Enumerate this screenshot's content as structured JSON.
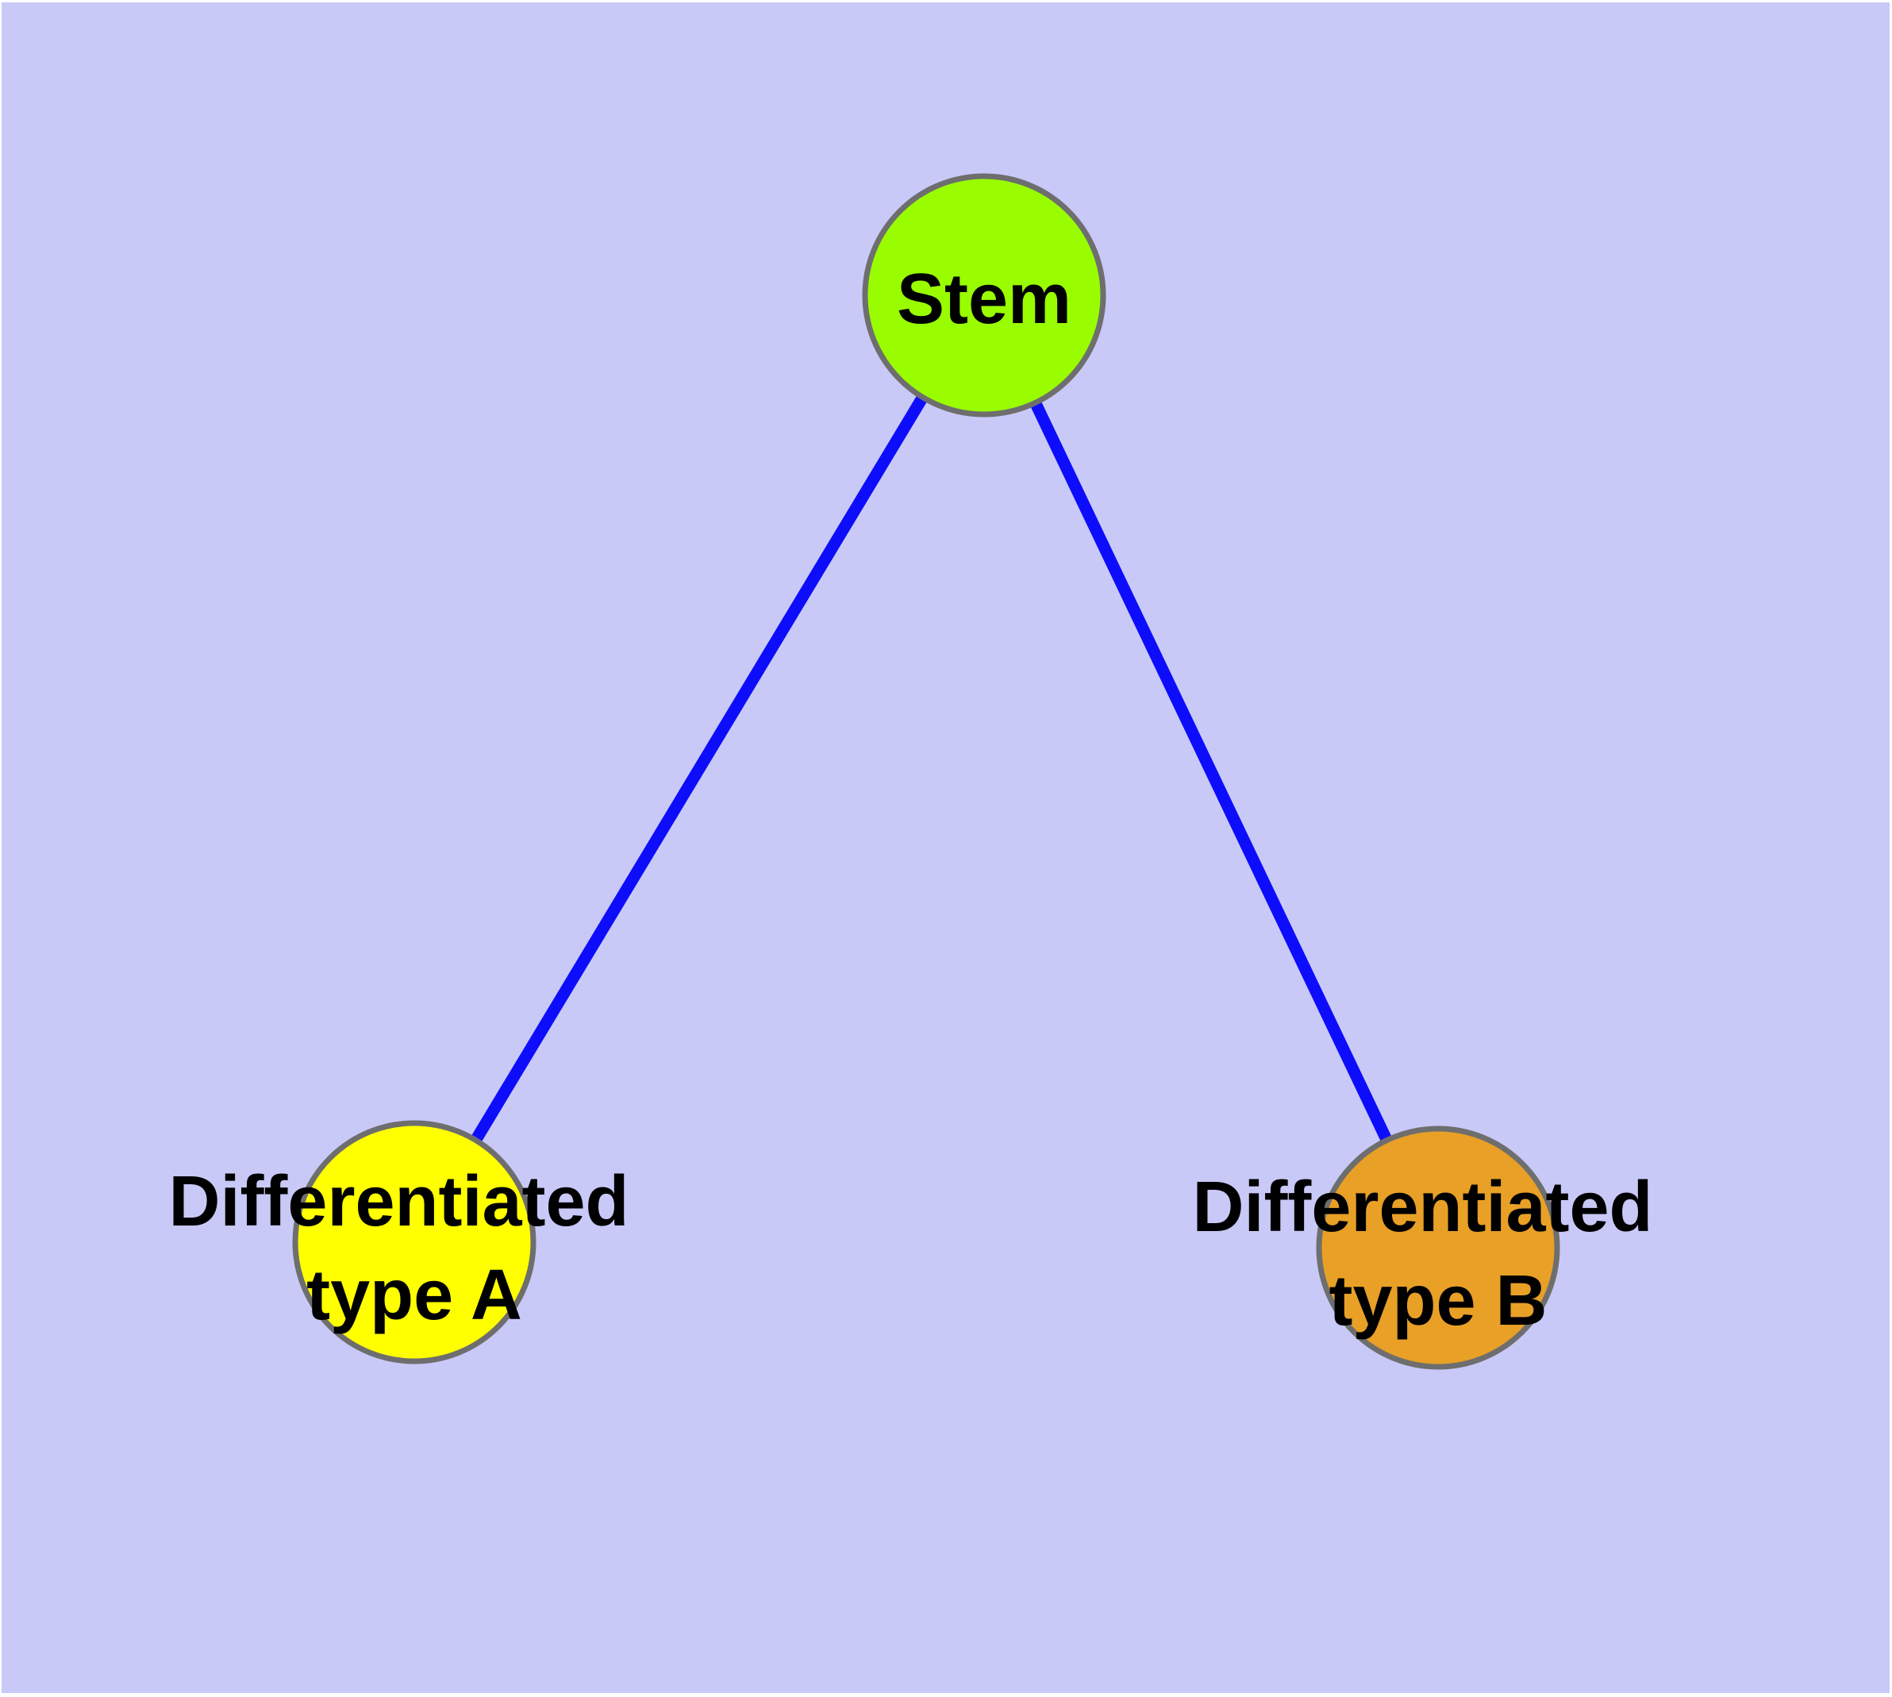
{
  "diagram": {
    "background_color": "#c9c9f8",
    "edge_color": "#0d0dfc",
    "node_border_color": "#6e6e6e",
    "label_color": "#000000",
    "nodes": [
      {
        "id": "stem",
        "label": "Stem",
        "lines": [
          "Stem"
        ],
        "fill_color": "#99fd00"
      },
      {
        "id": "differentiated-type-a",
        "label": "Differentiated type A",
        "lines": [
          "Differentiated",
          "type A"
        ],
        "fill_color": "#ffff00"
      },
      {
        "id": "differentiated-type-b",
        "label": "Differentiated type B",
        "lines": [
          "Differentiated",
          "type B"
        ],
        "fill_color": "#e8a026"
      }
    ],
    "edges": [
      {
        "from": "Stem",
        "to": "Differentiated type A"
      },
      {
        "from": "Stem",
        "to": "Differentiated type B"
      }
    ]
  }
}
